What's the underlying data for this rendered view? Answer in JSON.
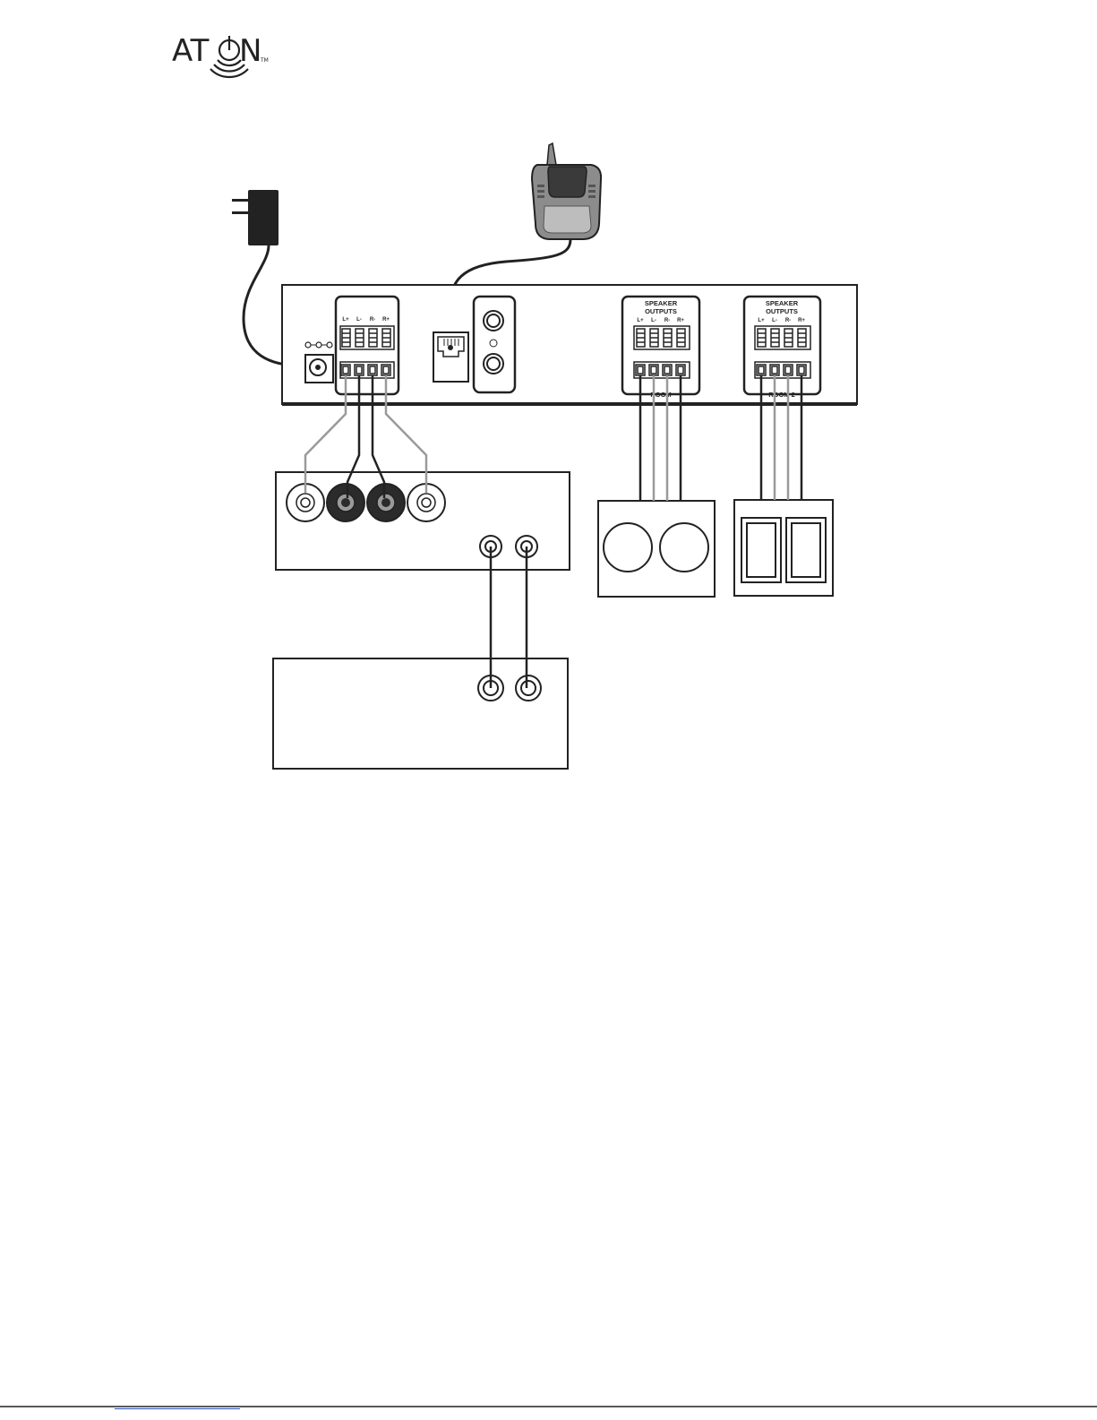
{
  "logo": {
    "brand": "AT",
    "brand_tail": "N",
    "trademark": "TM"
  },
  "amplifier": {
    "input_block": {
      "terminal_labels": [
        "L+",
        "L-",
        "R-",
        "R+"
      ]
    },
    "room1": {
      "header_line1": "SPEAKER",
      "header_line2": "OUTPUTS",
      "terminal_labels": [
        "L+",
        "L-",
        "R-",
        "R+"
      ],
      "room_label": "ROOM"
    },
    "room2": {
      "header_line1": "SPEAKER",
      "header_line2": "OUTPUTS",
      "terminal_labels": [
        "L+",
        "L-",
        "R-",
        "R+"
      ],
      "room_label": "ROOM 2"
    }
  },
  "colors": {
    "line": "#222222",
    "jack_black": "#2b2b2b",
    "jack_grey": "#9a9a9a",
    "wire_grey": "#9a9a9a",
    "remote_body": "#8c8c8c",
    "remote_face": "#3a3a3a",
    "link_blue": "#2a52be"
  }
}
